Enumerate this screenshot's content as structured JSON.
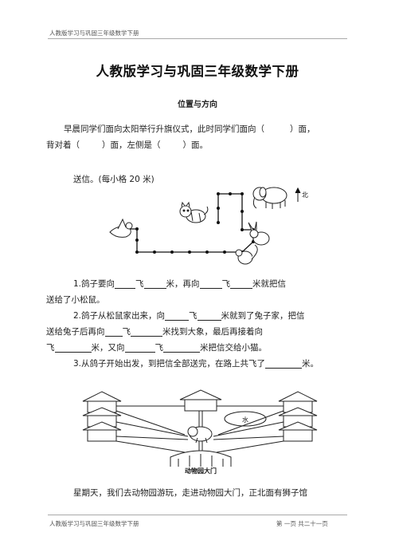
{
  "header": {
    "text": "人教版学习与巩固三年级数学下册"
  },
  "footer": {
    "left": "人教版学习与巩固三年级数学下册",
    "page": "第 一页 共二十一页"
  },
  "doc_title": "人教版学习与巩固三年级数学下册",
  "section_title": "位置与方向",
  "q1": {
    "line1_a": "早晨同学们面向太阳举行升旗仪式，此时同学们面向（",
    "line1_b": "）面，",
    "line2_a": "背对着（",
    "line2_b": "）面，左侧是（",
    "line2_c": "）面。"
  },
  "q2_intro": "送信。(每小格 20 米)",
  "map1": {
    "north_label": "北"
  },
  "q2_items": {
    "i1_a": "1.鸽子要向",
    "i1_b": "飞",
    "i1_c": "米，再向",
    "i1_d": "飞",
    "i1_e": "米就把信",
    "i1_f": "送给了小松鼠。",
    "i2_a": "2.鸽子从松鼠家出来，向",
    "i2_b": "飞",
    "i2_c": "米就到了兔子家，把信",
    "i2_d": "送给兔子后再向",
    "i2_e": "飞",
    "i2_f": "米找到大象，最后再接着向",
    "i2_g": "飞",
    "i2_h": "米，又向",
    "i2_i": "飞",
    "i2_j": "米把信交给小猫。",
    "i3_a": "3.从鸽子开始出发，到把信全部送完，在路上共飞了",
    "i3_b": "米。"
  },
  "map2": {
    "water_label": "水",
    "gate_label": "动物园大门"
  },
  "q3_line": "星期天，我们去动物园游玩，走进动物园大门，正北面有狮子馆"
}
